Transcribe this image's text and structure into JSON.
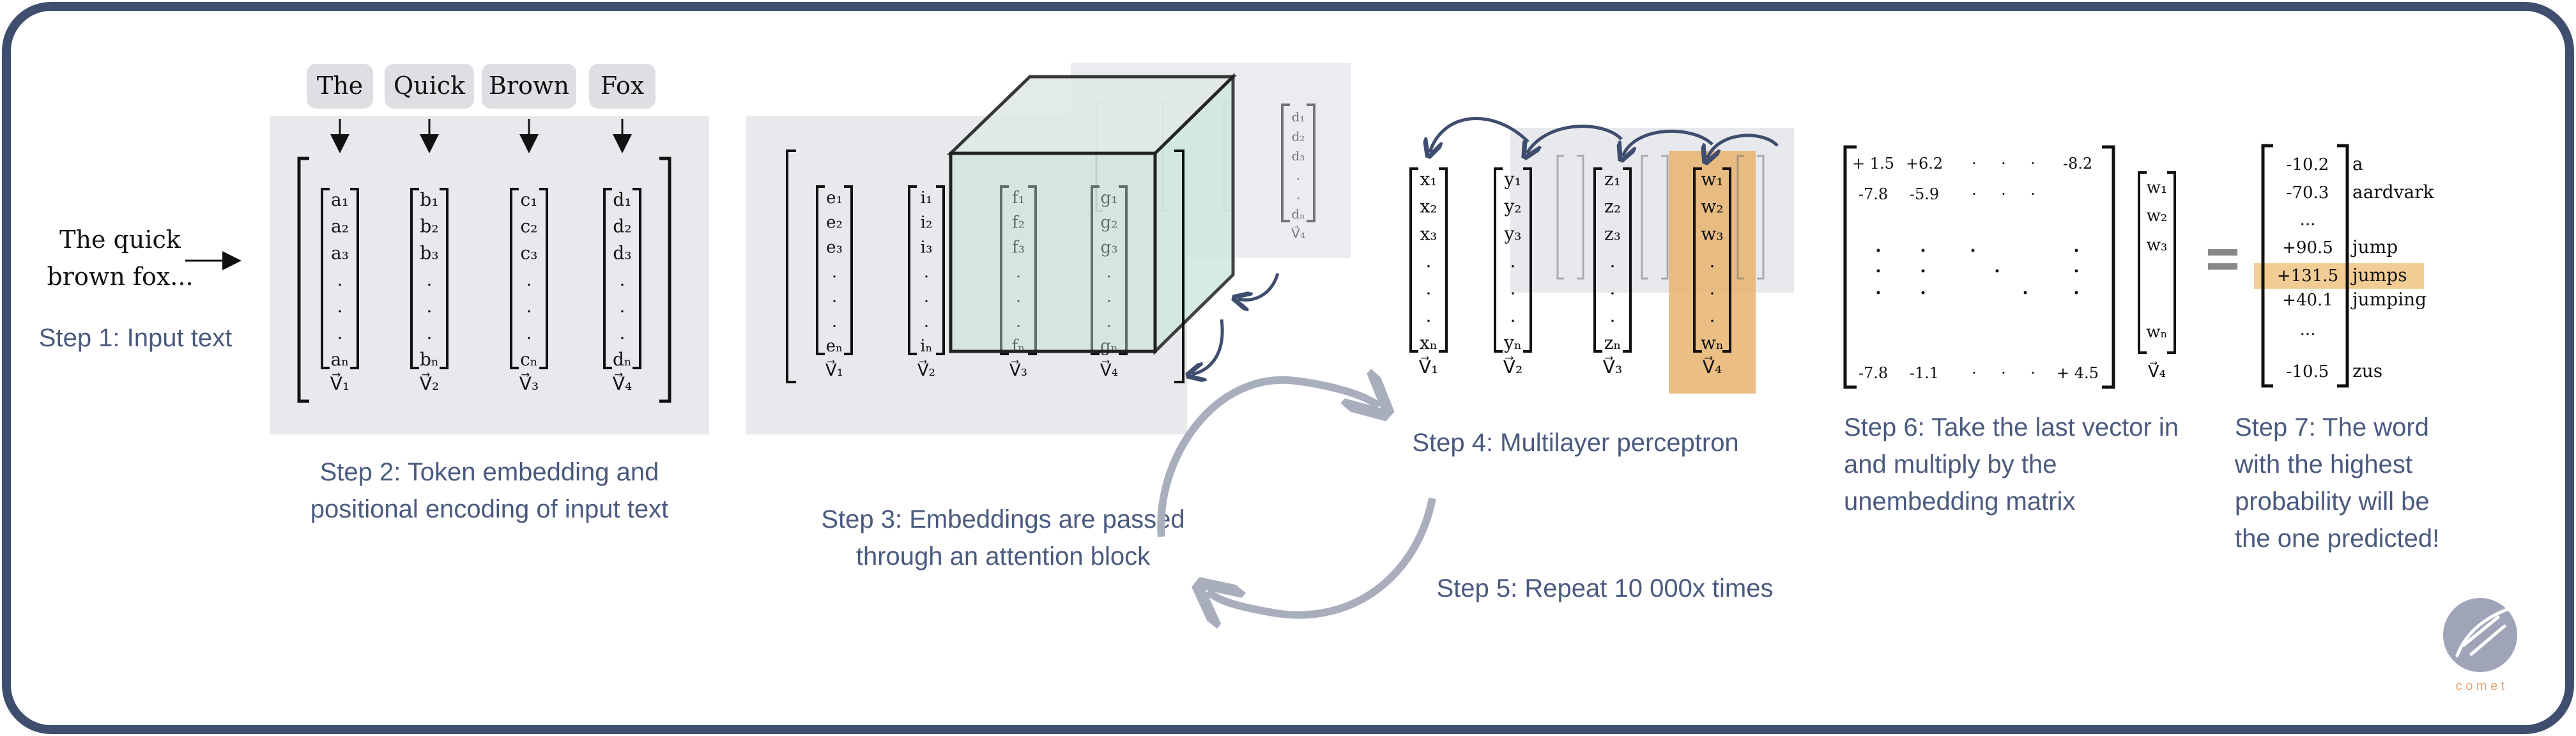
{
  "colors": {
    "frame": "#3f4d6e",
    "caption": "#4a5a7e",
    "panel": "#e8e9ec",
    "cube_face": "#d6ece6",
    "mlp_highlight": "#e8b46f",
    "jumps_highlight": "#efc88a",
    "arrow": "#a9aebd",
    "logo_circle": "#a0a4b8",
    "logo_text": "#e0a070"
  },
  "icons": [
    "down-arrow-icon",
    "right-arrow-icon",
    "cycle-arrow-icon",
    "comet-logo-icon"
  ],
  "step1": {
    "input_line1": "The quick",
    "input_line2": "brown fox...",
    "caption": "Step 1: Input text"
  },
  "step2": {
    "tokens": [
      "The",
      "Quick",
      "Brown",
      "Fox"
    ],
    "vectors": [
      {
        "entries": [
          "a₁",
          "a₂",
          "a₃",
          ".",
          ".",
          ".",
          "aₙ"
        ],
        "label": "V⃗₁"
      },
      {
        "entries": [
          "b₁",
          "b₂",
          "b₃",
          ".",
          ".",
          ".",
          "bₙ"
        ],
        "label": "V⃗₂"
      },
      {
        "entries": [
          "c₁",
          "c₂",
          "c₃",
          ".",
          ".",
          ".",
          "cₙ"
        ],
        "label": "V⃗₃"
      },
      {
        "entries": [
          "d₁",
          "d₂",
          "d₃",
          ".",
          ".",
          ".",
          "dₙ"
        ],
        "label": "V⃗₄"
      }
    ],
    "caption_line1": "Step 2: Token embedding and",
    "caption_line2": "positional encoding of input text"
  },
  "step3": {
    "vectors": [
      {
        "entries": [
          "e₁",
          "e₂",
          "e₃",
          ".",
          ".",
          ".",
          "eₙ"
        ],
        "label": "V⃗₁"
      },
      {
        "entries": [
          "i₁",
          "i₂",
          "i₃",
          ".",
          ".",
          ".",
          "iₙ"
        ],
        "label": "V⃗₂"
      },
      {
        "entries": [
          "f₁",
          "f₂",
          "f₃",
          ".",
          ".",
          ".",
          "fₙ"
        ],
        "label": "V⃗₃"
      },
      {
        "entries": [
          "g₁",
          "g₂",
          "g₃",
          ".",
          ".",
          ".",
          "gₙ"
        ],
        "label": "V⃗₄"
      }
    ],
    "ghost_vector": {
      "entries": [
        "d₁",
        "d₂",
        "d₃",
        ".",
        ".",
        "dₙ"
      ],
      "label": "V⃗₄"
    },
    "caption_line1": "Step 3: Embeddings are passed",
    "caption_line2": "through an attention block"
  },
  "step4": {
    "vectors": [
      {
        "entries": [
          "x₁",
          "x₂",
          "x₃",
          ".",
          ".",
          ".",
          "xₙ"
        ],
        "label": "V⃗₁"
      },
      {
        "entries": [
          "y₁",
          "y₂",
          "y₃",
          ".",
          ".",
          ".",
          "yₙ"
        ],
        "label": "V⃗₂"
      },
      {
        "entries": [
          "z₁",
          "z₂",
          "z₃",
          ".",
          ".",
          ".",
          "zₙ"
        ],
        "label": "V⃗₃"
      },
      {
        "entries": [
          "w₁",
          "w₂",
          "w₃",
          ".",
          ".",
          ".",
          "wₙ"
        ],
        "label": "V⃗₄"
      }
    ],
    "caption": "Step 4: Multilayer perceptron"
  },
  "step5": {
    "caption": "Step 5: Repeat 10 000x times"
  },
  "step6": {
    "matrix_rows": [
      [
        "+ 1.5",
        "+6.2",
        "·",
        "·",
        "·",
        "-8.2"
      ],
      [
        "-7.8",
        "-5.9",
        "·",
        "·",
        "·",
        ""
      ],
      [
        "-7.8",
        "-1.1",
        "·",
        "·",
        "·",
        "+ 4.5"
      ]
    ],
    "vector": {
      "entries": [
        "w₁",
        "w₂",
        "w₃",
        "wₙ"
      ],
      "label": "V⃗₄"
    },
    "equals": "=",
    "caption_line1": "Step 6: Take the last vector in",
    "caption_line2": "and multiply by the",
    "caption_line3": "unembedding matrix"
  },
  "step7": {
    "results": [
      {
        "value": "-10.2",
        "word": "a"
      },
      {
        "value": "-70.3",
        "word": "aardvark"
      },
      {
        "value": "...",
        "word": ""
      },
      {
        "value": "+90.5",
        "word": "jump"
      },
      {
        "value": "+131.5",
        "word": "jumps"
      },
      {
        "value": "+40.1",
        "word": "jumping"
      },
      {
        "value": "...",
        "word": ""
      },
      {
        "value": "-10.5",
        "word": "zus"
      }
    ],
    "caption_line1": "Step 7: The word",
    "caption_line2": "with the highest",
    "caption_line3": "probability will be",
    "caption_line4": "the one predicted!"
  },
  "logo": {
    "text": "c o m e t"
  }
}
